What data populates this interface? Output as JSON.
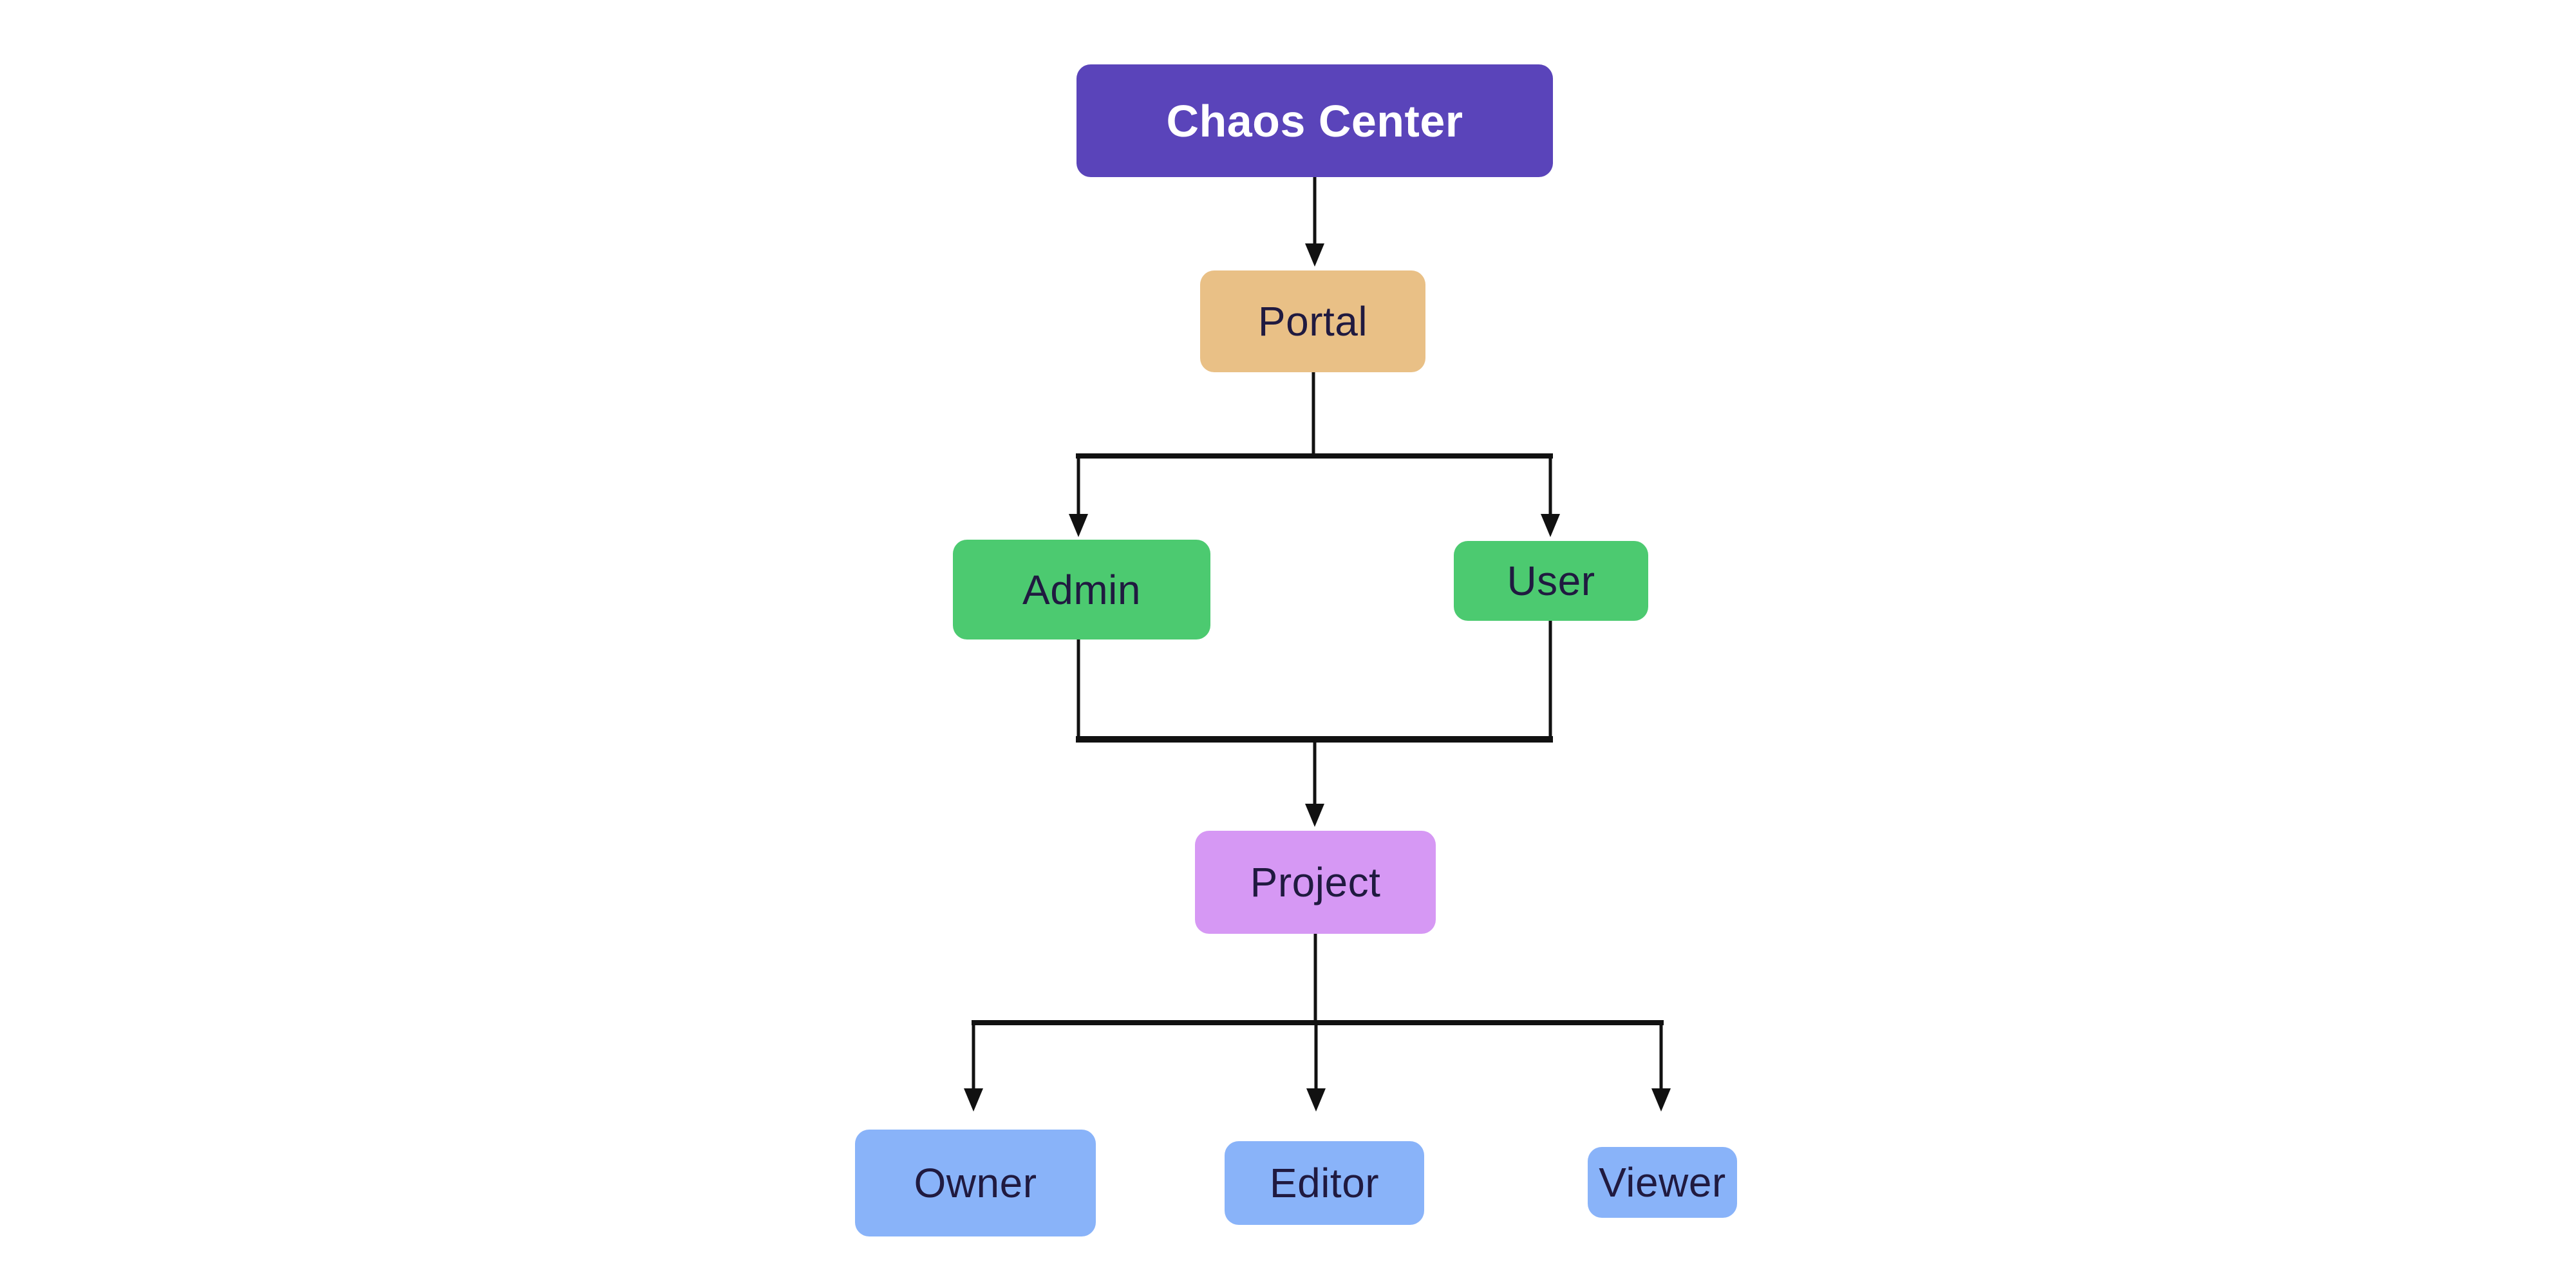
{
  "canvas": {
    "background": "#ffffff",
    "line_color": "#111111"
  },
  "diagram": {
    "type": "flowchart",
    "direction": "top-down",
    "nodes": [
      {
        "id": "chaos-center",
        "label": "Chaos Center",
        "fill": "#5a44ba",
        "text_color": "#ffffff"
      },
      {
        "id": "portal",
        "label": "Portal",
        "fill": "#e9c086",
        "text_color": "#201a40"
      },
      {
        "id": "admin",
        "label": "Admin",
        "fill": "#4cca70",
        "text_color": "#201a40"
      },
      {
        "id": "user",
        "label": "User",
        "fill": "#4cca70",
        "text_color": "#201a40"
      },
      {
        "id": "project",
        "label": "Project",
        "fill": "#d698f4",
        "text_color": "#201a40"
      },
      {
        "id": "owner",
        "label": "Owner",
        "fill": "#89b3f9",
        "text_color": "#201a40"
      },
      {
        "id": "editor",
        "label": "Editor",
        "fill": "#89b3f9",
        "text_color": "#201a40"
      },
      {
        "id": "viewer",
        "label": "Viewer",
        "fill": "#89b3f9",
        "text_color": "#201a40"
      }
    ],
    "edges": [
      {
        "from": "Chaos Center",
        "to": "Portal"
      },
      {
        "from": "Portal",
        "to": "Admin"
      },
      {
        "from": "Portal",
        "to": "User"
      },
      {
        "from": "Admin",
        "to": "Project"
      },
      {
        "from": "User",
        "to": "Project"
      },
      {
        "from": "Project",
        "to": "Owner"
      },
      {
        "from": "Project",
        "to": "Editor"
      },
      {
        "from": "Project",
        "to": "Viewer"
      }
    ]
  }
}
